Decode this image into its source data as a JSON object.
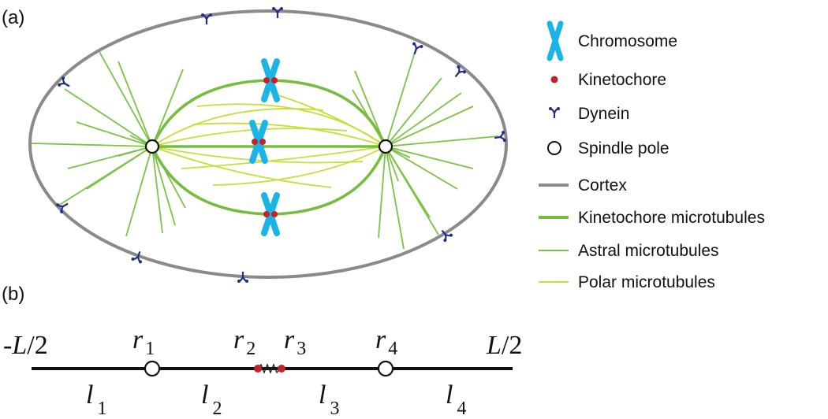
{
  "panels": {
    "a": "(a)",
    "b": "(b)"
  },
  "legend": [
    {
      "label": "Chromosome",
      "icon": "chromosome-icon"
    },
    {
      "label": "Kinetochore",
      "icon": "kinetochore-icon"
    },
    {
      "label": "Dynein",
      "icon": "dynein-icon"
    },
    {
      "label": "Spindle pole",
      "icon": "spindle-pole-icon"
    },
    {
      "label": "Cortex",
      "icon": "cortex-line-icon"
    },
    {
      "label": "Kinetochore microtubules",
      "icon": "kinetochore-microtubule-line-icon"
    },
    {
      "label": "Astral microtubules",
      "icon": "astral-microtubule-line-icon"
    },
    {
      "label": "Polar microtubules",
      "icon": "polar-microtubule-line-icon"
    }
  ],
  "colors": {
    "cortex": "#8a8a8a",
    "kinetochore_mt": "#76bd3e",
    "astral_mt": "#7cc243",
    "polar_mt": "#c8dc3a",
    "chromosome": "#1ab4e6",
    "kinetochore": "#c8202a",
    "dynein": "#1f2d8c",
    "pole_fill": "#ffffff",
    "axis_line": "#111111"
  },
  "model": {
    "left_end": {
      "sign": "-",
      "var": "L",
      "rest": "/2"
    },
    "right_end": {
      "var": "L",
      "rest": "/2"
    },
    "positions": [
      {
        "var": "r",
        "sub": "1"
      },
      {
        "var": "r",
        "sub": "2"
      },
      {
        "var": "r",
        "sub": "3"
      },
      {
        "var": "r",
        "sub": "4"
      }
    ],
    "lengths": [
      {
        "var": "l",
        "sub": "1"
      },
      {
        "var": "l",
        "sub": "2"
      },
      {
        "var": "l",
        "sub": "3"
      },
      {
        "var": "l",
        "sub": "4"
      }
    ]
  }
}
